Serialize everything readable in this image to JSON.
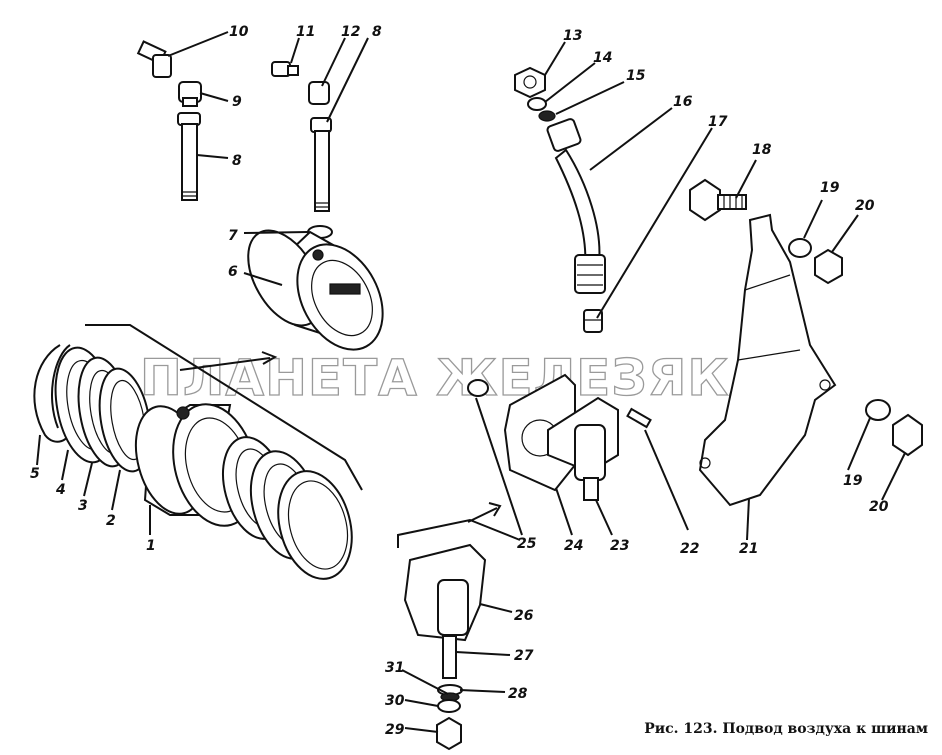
{
  "watermark": "ПЛАНЕТА ЖЕЛЕЗЯКА",
  "caption": "Рис. 123. Подвод воздуха к шинам",
  "callouts": [
    "10",
    "11",
    "12",
    "8",
    "9",
    "8",
    "7",
    "6",
    "13",
    "14",
    "15",
    "16",
    "17",
    "18",
    "19",
    "20",
    "19",
    "20",
    "21",
    "22",
    "23",
    "24",
    "25",
    "26",
    "27",
    "28",
    "31",
    "30",
    "29",
    "5",
    "4",
    "3",
    "2",
    "1"
  ]
}
